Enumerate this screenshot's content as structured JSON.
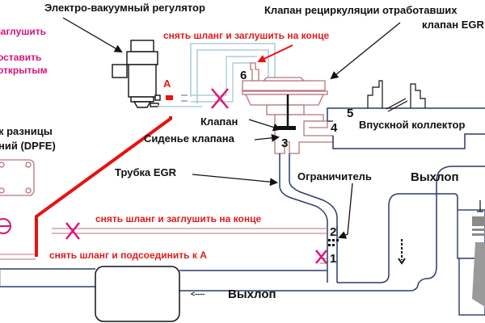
{
  "colors": {
    "outline_black": "#111111",
    "pipe_blue": "#2c3a6b",
    "hose_lightblue": "#9fc3cc",
    "egr_pink": "#b8737a",
    "wire_red": "#e8120f",
    "cross_magenta": "#e0157a",
    "annotation_red": "#e01a1a",
    "annotation_magenta": "#d4147a",
    "engine_gray": "#8a8a8a"
  },
  "labels": {
    "evr_title": "Электро-вакуумный регулятор",
    "egr_valve_title_line1": "Клапан рециркуляции отработавших",
    "egr_valve_title_line2": "клапан EGR",
    "plug_note": "заглушить",
    "leave_open_line1": "оставить",
    "leave_open_line2": "открытым",
    "dpfe_line1": "к разницы",
    "dpfe_line2": "ний (DPFE)",
    "valve": "Клапан",
    "valve_seat": "Сиденье клапана",
    "egr_tube": "Трубка EGR",
    "restrictor": "Ограничитель",
    "intake_manifold": "Впускной коллектор",
    "exhaust_top": "Выхлоп",
    "exhaust_bottom": "Выхлоп",
    "exhaust_arrow": "<----",
    "port_a": "А",
    "remove_hose_plug_top": "снять шланг и заглушить на конце",
    "remove_hose_plug_mid": "снять шланг и заглушить на конце",
    "remove_hose_connect_a": "снять шланг и подсоединить к А"
  },
  "numbers": {
    "n1": "1",
    "n2": "2",
    "n3": "3",
    "n4": "4",
    "n5": "5",
    "n6": "6"
  }
}
